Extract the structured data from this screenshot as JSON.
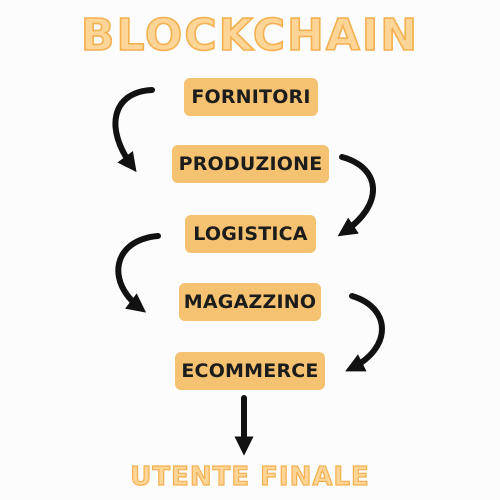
{
  "title": "BLOCKCHAIN",
  "steps": [
    {
      "label": "FORNITORI"
    },
    {
      "label": "PRODUZIONE"
    },
    {
      "label": "LOGISTICA"
    },
    {
      "label": "MAGAZZINO"
    },
    {
      "label": "ECOMMERCE"
    }
  ],
  "footer": "UTENTE FINALE",
  "colors": {
    "step_fill": "#f4c271",
    "title_fill": "#fdd596",
    "title_outline": "#f4b04f",
    "arrow": "#111111",
    "background": "#fcfcfc"
  },
  "icons": {
    "flow_arrow": "curved-arrow-icon",
    "final_arrow": "down-arrow-icon"
  }
}
